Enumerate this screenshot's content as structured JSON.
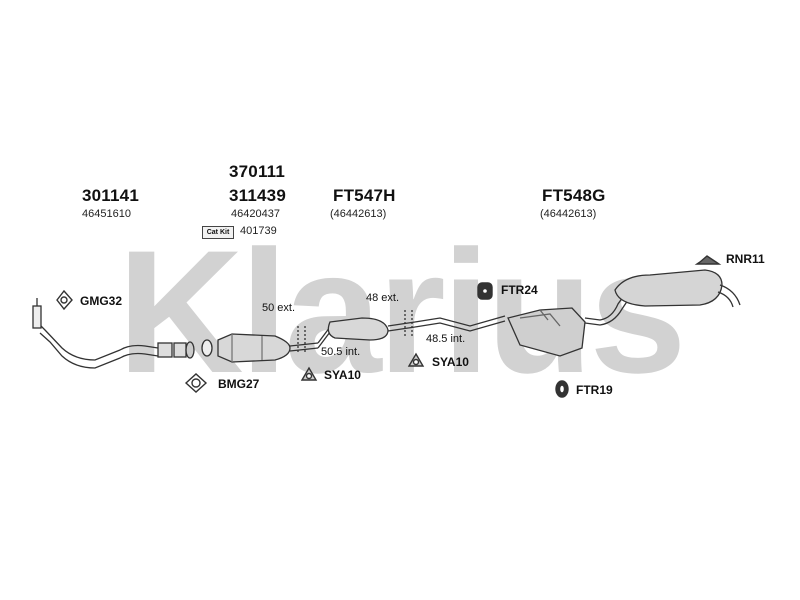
{
  "watermark": "Klarius",
  "groups": [
    {
      "code": "301141",
      "number": "46451610"
    },
    {
      "code_top": "370111",
      "code": "311439",
      "number": "46420437"
    },
    {
      "code": "FT547H",
      "number": "(46442613)"
    },
    {
      "code": "FT548G",
      "number": "(46442613)"
    }
  ],
  "cat_kit": {
    "badge": "Cat Kit",
    "number": "401739"
  },
  "measurements": {
    "m1": "50 ext.",
    "m2": "50.5 int.",
    "m3": "48 ext.",
    "m4": "48.5 int."
  },
  "parts": {
    "gmg32": "GMG32",
    "bmg27": "BMG27",
    "sya10_a": "SYA10",
    "sya10_b": "SYA10",
    "ftr24": "FTR24",
    "ftr19": "FTR19",
    "rnr11": "RNR11"
  },
  "icons": [
    "gasket-icon",
    "flange-gasket-icon",
    "rubber-mount-icon",
    "hanger-icon",
    "ring-icon",
    "bracket-icon"
  ]
}
